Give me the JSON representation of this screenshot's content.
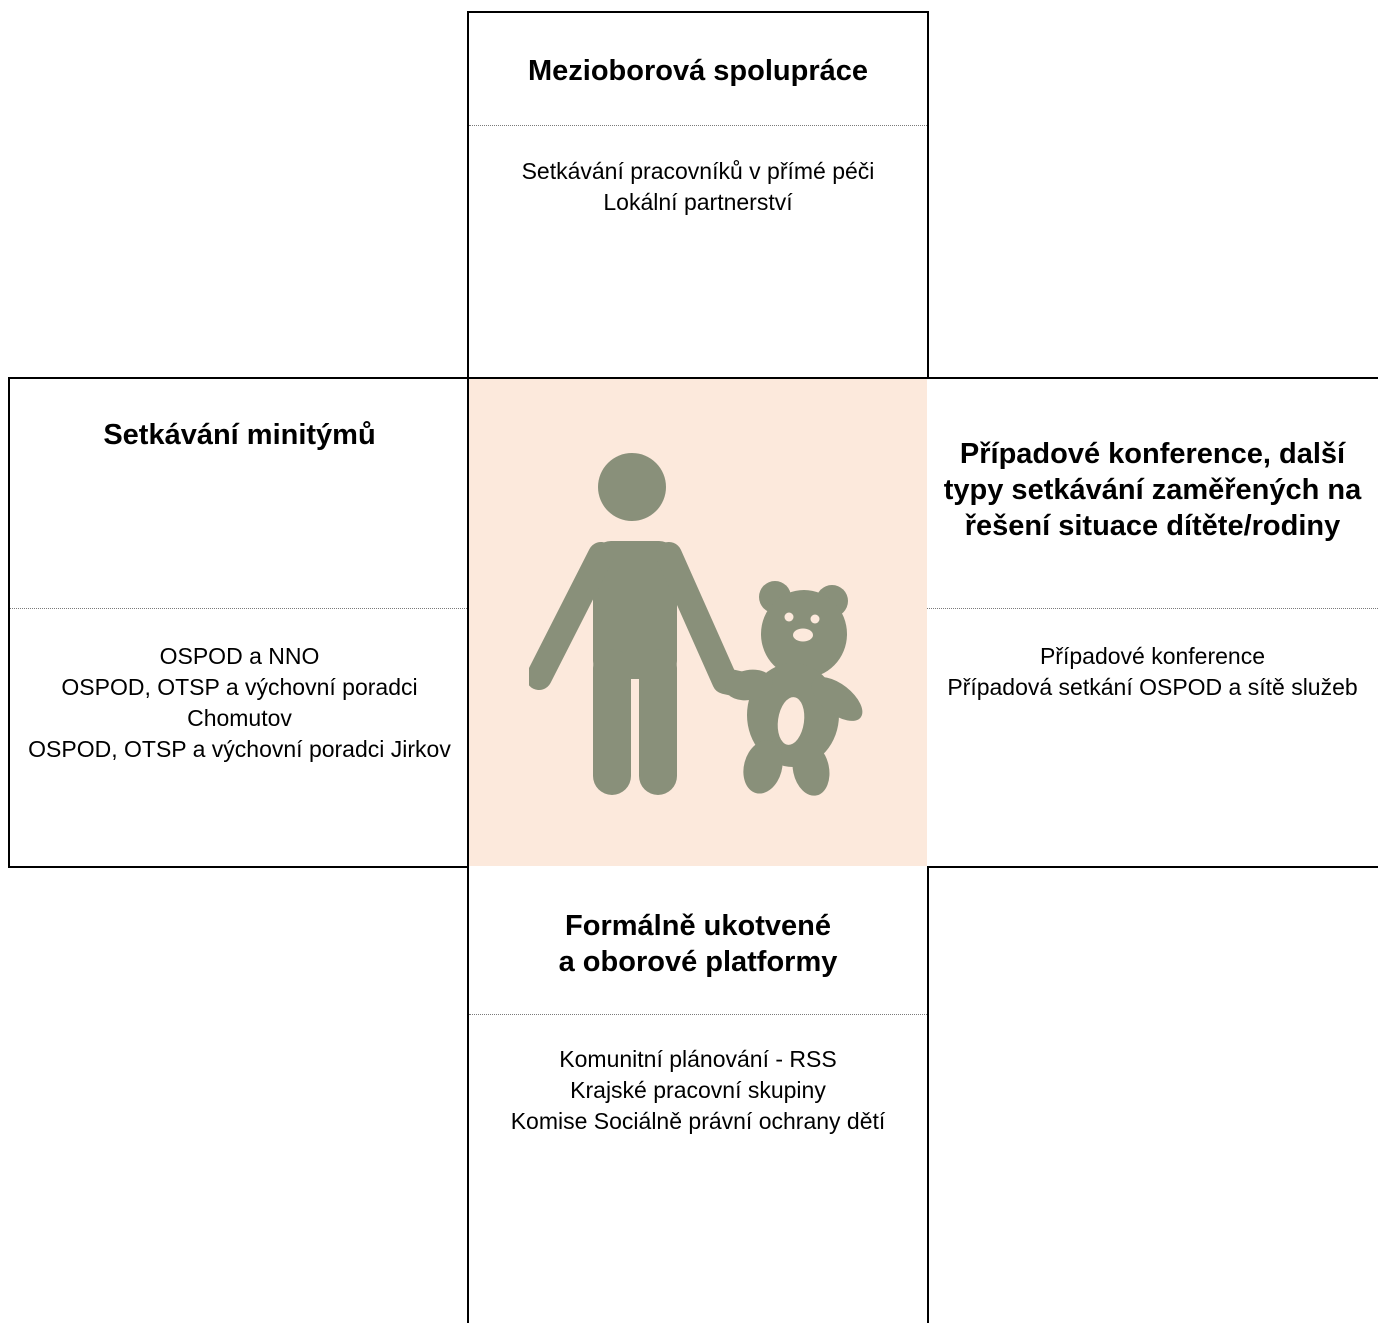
{
  "top": {
    "heading": "Mezioborová spolupráce",
    "items": [
      "Setkávání pracovníků v přímé péči",
      "Lokální partnerství"
    ]
  },
  "left": {
    "heading": "Setkávání minitýmů",
    "items": [
      "OSPOD a NNO",
      "OSPOD, OTSP a výchovní poradci Chomutov",
      "OSPOD, OTSP a výchovní poradci Jirkov"
    ]
  },
  "right": {
    "heading": "Případové konference, další typy setkávání zaměřených na řešení situace dítěte/rodiny",
    "items": [
      "Případové konference",
      "Případová setkání OSPOD a sítě služeb"
    ]
  },
  "bottom": {
    "heading": "Formálně ukotvené\na oborové platformy",
    "items": [
      "Komunitní plánování - RSS",
      "Krajské pracovní skupiny",
      "Komise Sociálně právní ochrany dětí"
    ]
  },
  "center": {
    "icon": "adult-with-child-teddy-bear-icon",
    "background_color": "#fce9dc",
    "icon_color": "#89907a"
  }
}
